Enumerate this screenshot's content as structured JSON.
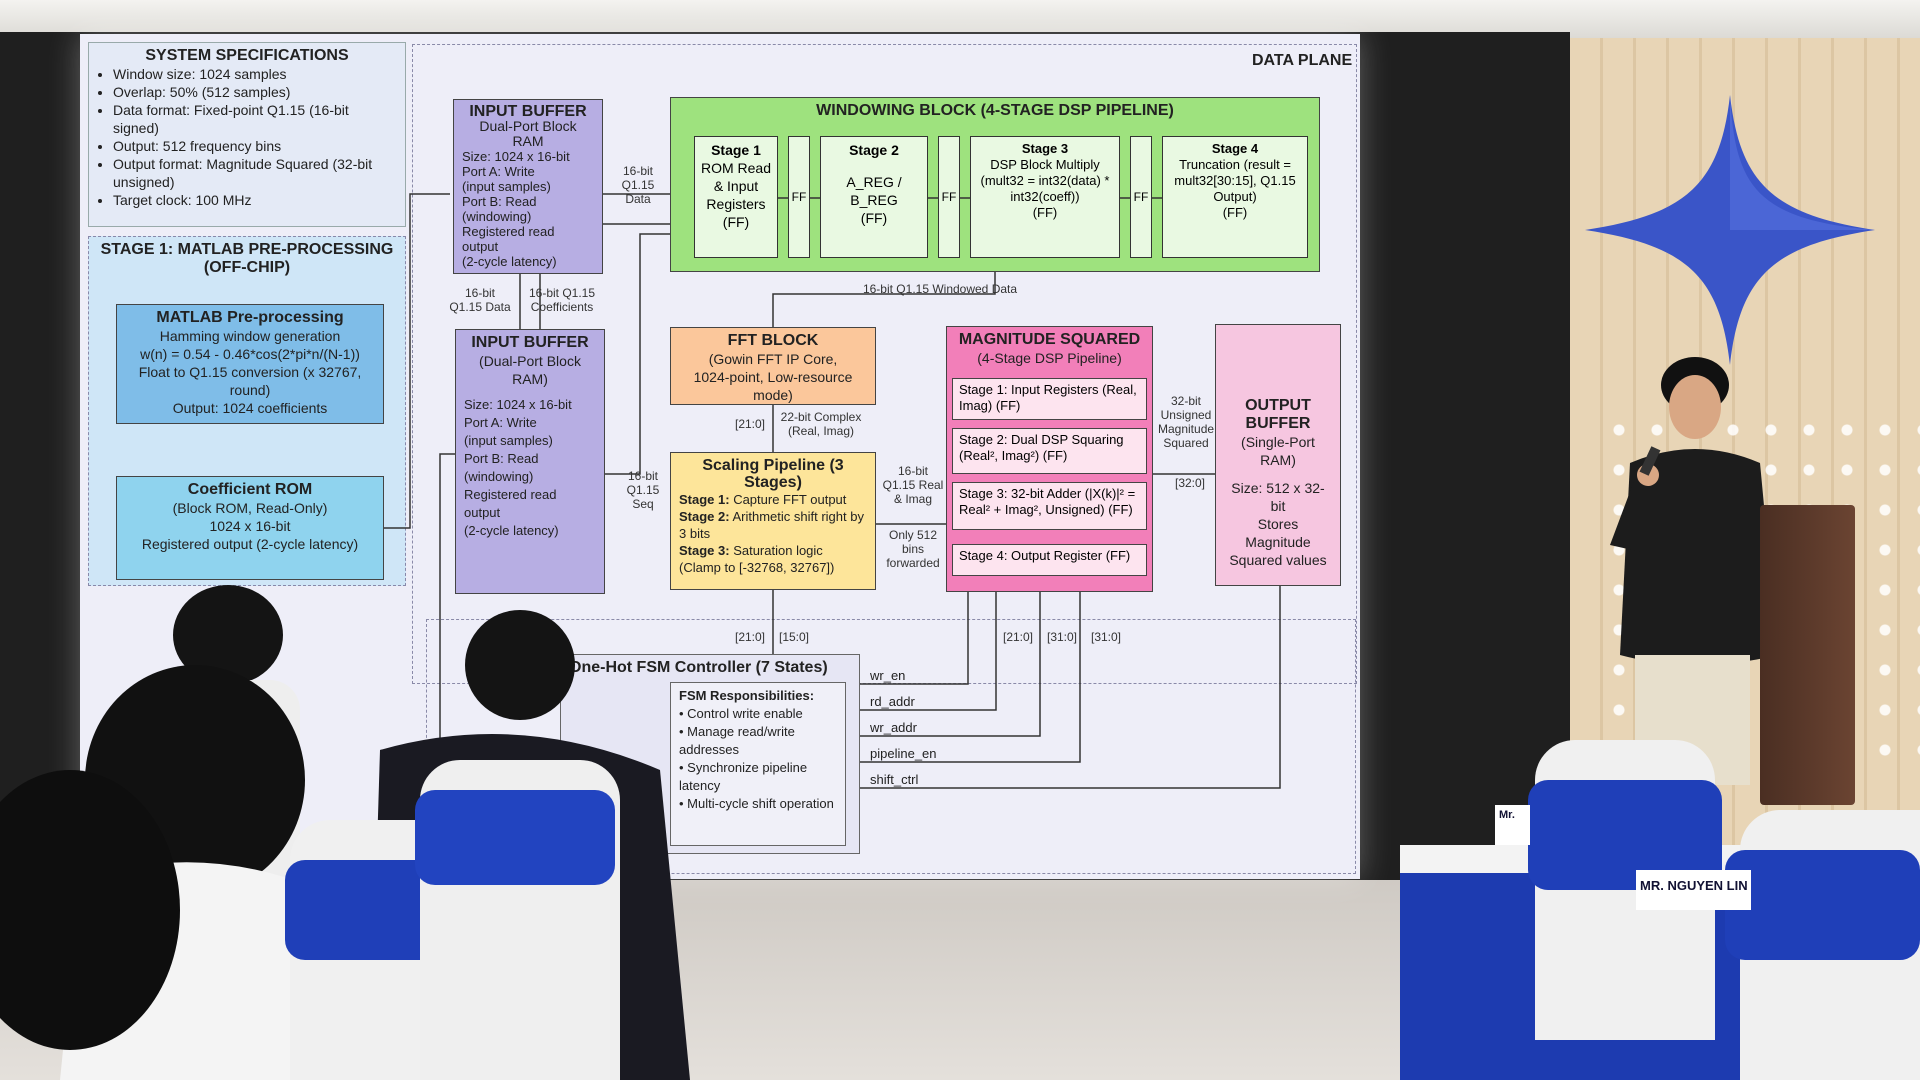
{
  "slide": {
    "data_plane_label": "DATA PLANE",
    "sys_spec": {
      "title": "SYSTEM SPECIFICATIONS",
      "items": [
        "Window size: 1024 samples",
        "Overlap: 50% (512 samples)",
        "Data format: Fixed-point Q1.15 (16-bit signed)",
        "Output: 512 frequency bins",
        "Output format: Magnitude Squared (32-bit unsigned)",
        "Target clock: 100 MHz"
      ]
    },
    "stage1": {
      "title": "STAGE 1: MATLAB PRE-PROCESSING",
      "subtitle": "(OFF-CHIP)"
    },
    "matlab": {
      "title": "MATLAB Pre-processing",
      "lines": [
        "Hamming window generation",
        "w(n) = 0.54 - 0.46*cos(2*pi*n/(N-1))",
        "Float to Q1.15 conversion (x 32767, round)",
        "Output: 1024 coefficients"
      ]
    },
    "coef_rom": {
      "title": "Coefficient ROM",
      "lines": [
        "(Block ROM, Read-Only)",
        "1024 x 16-bit",
        "Registered output (2-cycle latency)"
      ]
    },
    "input_buffer_1": {
      "title": "INPUT BUFFER",
      "sub": "Dual-Port Block RAM",
      "lines": [
        "Size: 1024 x 16-bit",
        "Port A: Write",
        "(input samples)",
        "Port B: Read",
        "(windowing)",
        "Registered read output",
        "(2-cycle latency)"
      ]
    },
    "input_buffer_2": {
      "title": "INPUT BUFFER",
      "sub": "(Dual-Port Block RAM)",
      "lines": [
        "Size: 1024 x 16-bit",
        "Port A: Write",
        "(input samples)",
        "Port B: Read",
        "(windowing)",
        "Registered read output",
        "(2-cycle latency)"
      ]
    },
    "windowing": {
      "title": "WINDOWING BLOCK (4-STAGE DSP PIPELINE)",
      "stages": [
        {
          "title": "Stage 1",
          "body": "ROM Read & Input Registers",
          "ff": "(FF)"
        },
        {
          "title": "Stage 2",
          "body": "A_REG / B_REG",
          "ff": "(FF)"
        },
        {
          "title": "Stage 3",
          "body": "DSP Block Multiply (mult32 = int32(data) * int32(coeff))",
          "ff": "(FF)"
        },
        {
          "title": "Stage 4",
          "body": "Truncation (result = mult32[30:15], Q1.15 Output)",
          "ff": "(FF)"
        }
      ],
      "ff_label": "FF"
    },
    "fft": {
      "title": "FFT BLOCK",
      "lines": [
        "(Gowin FFT IP Core,",
        "1024-point, Low-resource mode)"
      ]
    },
    "scaling": {
      "title": "Scaling Pipeline (3 Stages)",
      "lines": [
        {
          "b": "Stage 1:",
          "t": " Capture FFT output"
        },
        {
          "b": "Stage 2:",
          "t": " Arithmetic shift right by 3 bits"
        },
        {
          "b": "Stage 3:",
          "t": " Saturation logic (Clamp to [-32768, 32767])"
        }
      ]
    },
    "magnitude": {
      "title": "MAGNITUDE SQUARED",
      "sub": "(4-Stage DSP Pipeline)",
      "rows": [
        "Stage 1: Input Registers (Real, Imag) (FF)",
        "Stage 2: Dual DSP Squaring (Real², Imag²) (FF)",
        "Stage 3: 32-bit Adder (|X(k)|² = Real² + Imag², Unsigned) (FF)",
        "Stage 4: Output Register (FF)"
      ]
    },
    "output_buffer": {
      "title": "OUTPUT BUFFER",
      "sub": "(Single-Port RAM)",
      "lines": [
        "Size: 512 x 32-bit",
        "Stores Magnitude",
        "Squared values"
      ]
    },
    "fsm": {
      "title": "One-Hot FSM Controller (7 States)",
      "resp_title": "FSM Responsibilities:",
      "items": [
        "Control write enable",
        "Manage read/write addresses",
        "Synchronize pipeline latency",
        "Multi-cycle shift operation"
      ],
      "signals": [
        "wr_en",
        "rd_addr",
        "wr_addr",
        "pipeline_en",
        "shift_ctrl"
      ]
    },
    "labels": {
      "win_in": "16-bit Q1.15 Data",
      "ib_data": "16-bit Q1.15 Data",
      "ib_coef": "16-bit Q1.15 Coefficients",
      "windowed": "16-bit Q1.15 Windowed Data",
      "complex": "22-bit Complex (Real, Imag)",
      "bus21": "[21:0]",
      "bus15": "[15:0]",
      "bus31": "[31:0]",
      "bus32": "[32:0]",
      "seq": "16-bit Q1.15 Seq",
      "real_imag": "16-bit Q1.15 Real & Imag",
      "only512": "Only 512 bins forwarded",
      "unsigned": "32-bit Unsigned Magnitude Squared"
    }
  },
  "placards": {
    "left": "Mr.",
    "right": "MR. NGUYEN LIN"
  }
}
